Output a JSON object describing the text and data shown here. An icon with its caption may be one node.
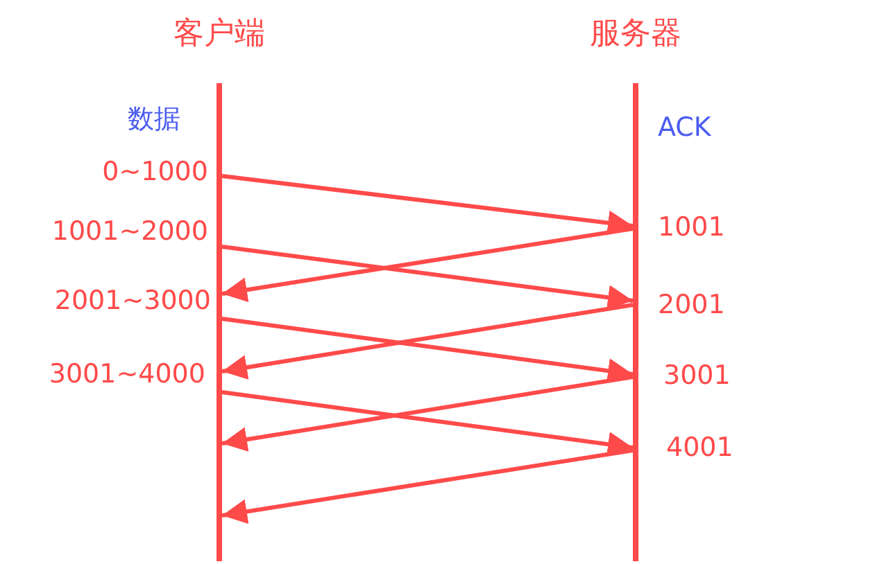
{
  "diagram": {
    "nodes": [
      {
        "text": [
          "客户端"
        ]
      },
      {
        "text": [
          "服务器"
        ]
      }
    ],
    "edges": [
      {
        "from": 0,
        "to": 1,
        "arrow": "to"
      },
      {
        "from": 1,
        "to": 0,
        "arrow": "to"
      },
      {
        "from": 0,
        "to": 1,
        "arrow": "to"
      },
      {
        "from": 1,
        "to": 0,
        "arrow": "to"
      },
      {
        "from": 0,
        "to": 1,
        "arrow": "to"
      },
      {
        "from": 1,
        "to": 0,
        "arrow": "to"
      },
      {
        "from": 0,
        "to": 1,
        "arrow": "to"
      },
      {
        "from": 1,
        "to": 0,
        "arrow": "to"
      }
    ],
    "labels": [
      "数据",
      "0~1000",
      "1001~2000",
      "2001~3000",
      "3001~4000",
      "ACK",
      "1001",
      "2001",
      "3001",
      "4001"
    ]
  }
}
